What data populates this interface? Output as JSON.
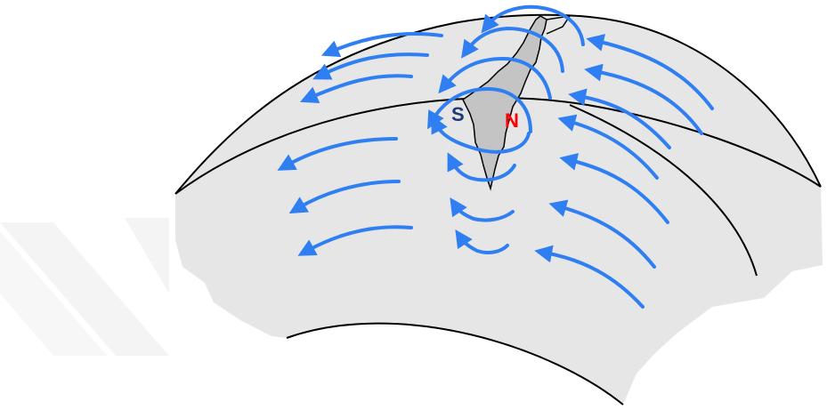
{
  "diagram": {
    "labels": {
      "south": "S",
      "north": "N"
    },
    "colors": {
      "background": "#ffffff",
      "surface": "#e6e6e6",
      "outline": "#000000",
      "crack": "#c4c4c4",
      "flux_lines": "#2f7ff2",
      "south_label": "#1f3a78",
      "north_label": "#ff0000",
      "watermark": "#f2f2f2"
    },
    "icons": {
      "flux_arrow": "arrow-left-curved"
    }
  }
}
